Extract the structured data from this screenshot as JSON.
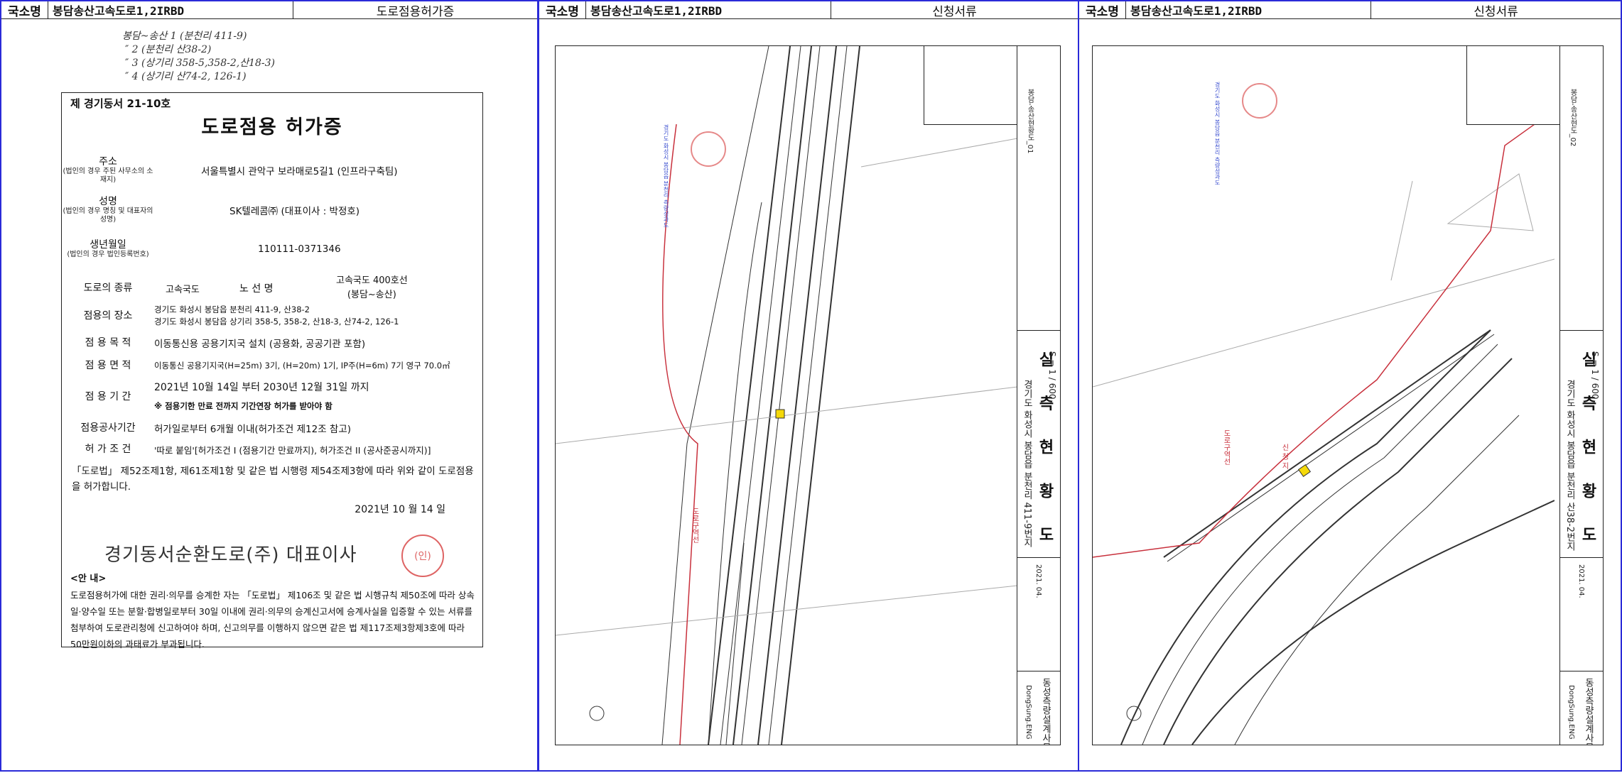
{
  "panels": [
    {
      "country_label": "국소명",
      "site": "봉담송산고속도로1,2IRBD",
      "doc_type": "도로점용허가증"
    },
    {
      "country_label": "국소명",
      "site": "봉담송산고속도로1,2IRBD",
      "doc_type": "신청서류"
    },
    {
      "country_label": "국소명",
      "site": "봉담송산고속도로1,2IRBD",
      "doc_type": "신청서류"
    }
  ],
  "handwritten_notes": [
    "봉담~송산 1 (분천리 411-9)",
    "″  2 (분천리 산38-2)",
    "″  3 (상기리 358-5,358-2,산18-3)",
    "″  4 (상기리 산74-2, 126-1)"
  ],
  "permit": {
    "number": "제 경기동서 21-10호",
    "title": "도로점용 허가증",
    "address_label": "주소",
    "address_note": "(법인의 경우 주된 사무소의 소재지)",
    "address_value": "서울특별시 관악구 보라매로5길1 (인프라구축팀)",
    "name_label": "성명",
    "name_note": "(법인의 경우 명칭 및 대표자의 성명)",
    "name_value": "SK텔레콤㈜ (대표이사 : 박정호)",
    "birth_label": "생년월일",
    "birth_note": "(법인의 경우 법인등록번호)",
    "birth_value": "110111-0371346",
    "road_type_label": "도로의 종류",
    "road_type_value": "고속국도",
    "route_label": "노 선 명",
    "route_value": "고속국도 400호선",
    "route_sub": "(봉담~송산)",
    "place_label": "점용의 장소",
    "place_line1": "경기도 화성시 봉담읍 분천리 411-9, 산38-2",
    "place_line2": "경기도 화성시 봉담읍 상기리 358-5, 358-2, 산18-3, 산74-2, 126-1",
    "purpose_label": "점 용 목 적",
    "purpose_value": "이동통신용 공용기지국 설치 (공용화, 공공기관 포함)",
    "area_label": "점 용 면 적",
    "area_value": "이동통신 공용기지국(H=25m) 3기, (H=20m) 1기, IP주(H=6m) 7기 영구 70.0㎡",
    "period_label": "점 용 기 간",
    "period_value": "2021년 10월 14일 부터   2030년 12월 31일 까지",
    "period_note": "※ 점용기한 만료 전까지 기간연장 허가를 받아야 함",
    "work_label": "점용공사기간",
    "work_value": "허가일로부터 6개월 이내(허가조건 제12조 참고)",
    "cond_label": "허 가 조 건",
    "cond_value": "'따로 붙임'[허가조건 I (점용기간 만료까지), 허가조건 II (공사준공시까지)]",
    "law_text": "「도로법」 제52조제1항, 제61조제1항 및 같은 법 시행령 제54조제3항에 따라 위와 같이 도로점용을 허가합니다.",
    "date": "2021년   10 월 14 일",
    "issuer": "경기동서순환도로(주) 대표이사",
    "seal": "(인)",
    "guide_title": "<안 내>",
    "guide_text": "도로점용허가에 대한 권리·의무를 승계한 자는 「도로법」 제106조 및 같은 법 시행규칙 제50조에 따라 상속일·양수일 또는 분할·합병일로부터 30일 이내에 권리·의무의 승계신고서에 승계사실을 입증할 수 있는 서류를 첨부하여 도로관리청에 신고하여야 하며, 신고의무를 이행하지 않으면 같은 법 제117조제3항제3호에 따라 50만원이하의 과태료가 부과됩니다."
  },
  "drawing1": {
    "title": "실 측 현 황 도",
    "location": "경기도 화성시 봉담읍 분천리 411-9번지",
    "scale": "S = 1 / 600",
    "sheet_no": "봉담-송산현황도_01",
    "date": "2021. 04.",
    "office": "동성측량설계사무소",
    "office_en": "DongSung.ENG",
    "red_label": "도로구역선"
  },
  "drawing2": {
    "title": "실 측 현 황 도",
    "location": "경기도 화성시 봉담읍 분천리 산38-2번지",
    "scale": "S = 1 / 600",
    "sheet_no": "봉담-송산현도_02",
    "date": "2021. 04.",
    "office": "동성측량설계사무소",
    "office_en": "DongSung.ENG",
    "red_label": "도로구역선",
    "red_label2": "신 청 지"
  },
  "colors": {
    "frame": "#2a2ad8",
    "seal": "#d94a4a",
    "stamp_text": "#3b4fd0",
    "boundary": "#c8303c",
    "marker": "#f5d90a"
  }
}
